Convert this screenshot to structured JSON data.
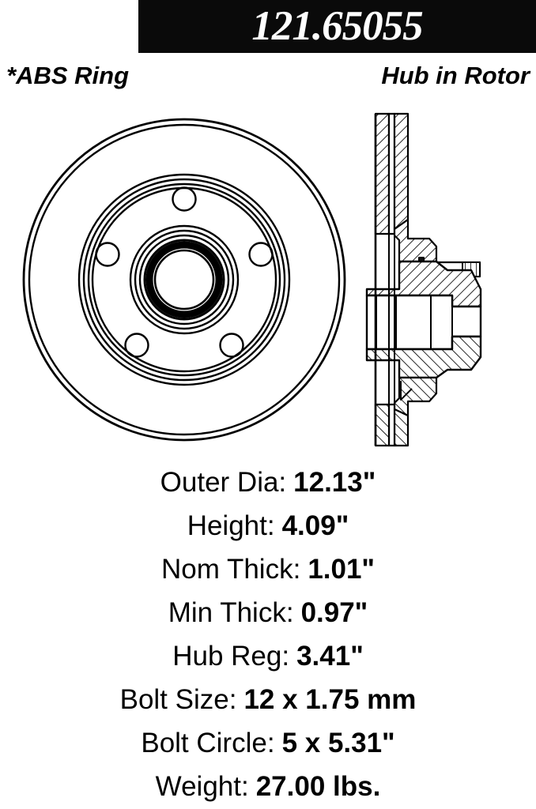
{
  "header": {
    "part_number": "121.65055",
    "bar_color": "#0a0a0a",
    "text_color": "#ffffff"
  },
  "subheaders": {
    "left": "*ABS Ring",
    "right": "Hub in Rotor"
  },
  "drawing": {
    "face_view_name": "brake-rotor-face-view",
    "section_view_name": "brake-rotor-cross-section-view",
    "line_color": "#000000",
    "lug_hole_count": 5
  },
  "specs": [
    {
      "label": "Outer Dia:",
      "value": "12.13\""
    },
    {
      "label": "Height:",
      "value": "4.09\""
    },
    {
      "label": "Nom Thick:",
      "value": "1.01\""
    },
    {
      "label": "Min Thick:",
      "value": "0.97\""
    },
    {
      "label": "Hub Reg:",
      "value": "3.41\""
    },
    {
      "label": "Bolt Size:",
      "value": "12 x 1.75 mm"
    },
    {
      "label": "Bolt Circle:",
      "value": "5 x 5.31\""
    },
    {
      "label": "Weight:",
      "value": "27.00 lbs."
    }
  ]
}
